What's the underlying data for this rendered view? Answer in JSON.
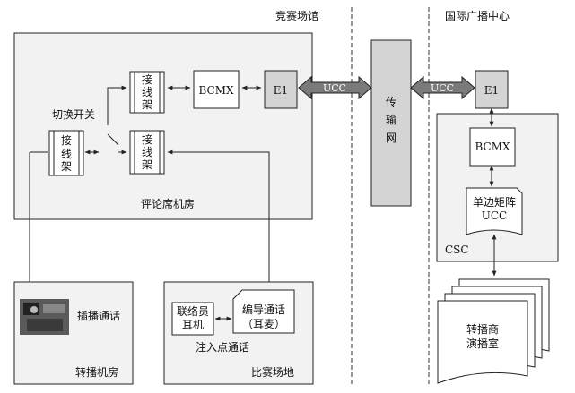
{
  "headers": {
    "venue": "竞赛场馆",
    "ibc": "国际广播中心"
  },
  "commentary_room": {
    "title": "评论席机房",
    "switch_label": "切换开关",
    "patch_panel": [
      "接",
      "线",
      "架"
    ],
    "bcmx": "BCMX",
    "e1": "E1"
  },
  "network": {
    "label": [
      "传",
      "输",
      "网"
    ],
    "ucc_left": "UCC",
    "ucc_right": "UCC"
  },
  "ibc_side": {
    "e1": "E1",
    "bcmx": "BCMX",
    "matrix": [
      "单边矩阵",
      "UCC"
    ],
    "csc": "CSC",
    "studio": [
      "转播商",
      "演播室"
    ]
  },
  "relay_room": {
    "title": "转播机房",
    "label": "插播通话"
  },
  "field": {
    "title": "比赛场地",
    "coord_earphone": [
      "联络员",
      "耳机"
    ],
    "director_talk": [
      "编导通话",
      "（耳麦）"
    ],
    "inject_label": "注入点通话"
  },
  "colors": {
    "panel_fill": "#f2f2f2",
    "box_gray": "#d4d4d4",
    "arrow_fill": "#7a7a7a",
    "line": "#222222"
  }
}
